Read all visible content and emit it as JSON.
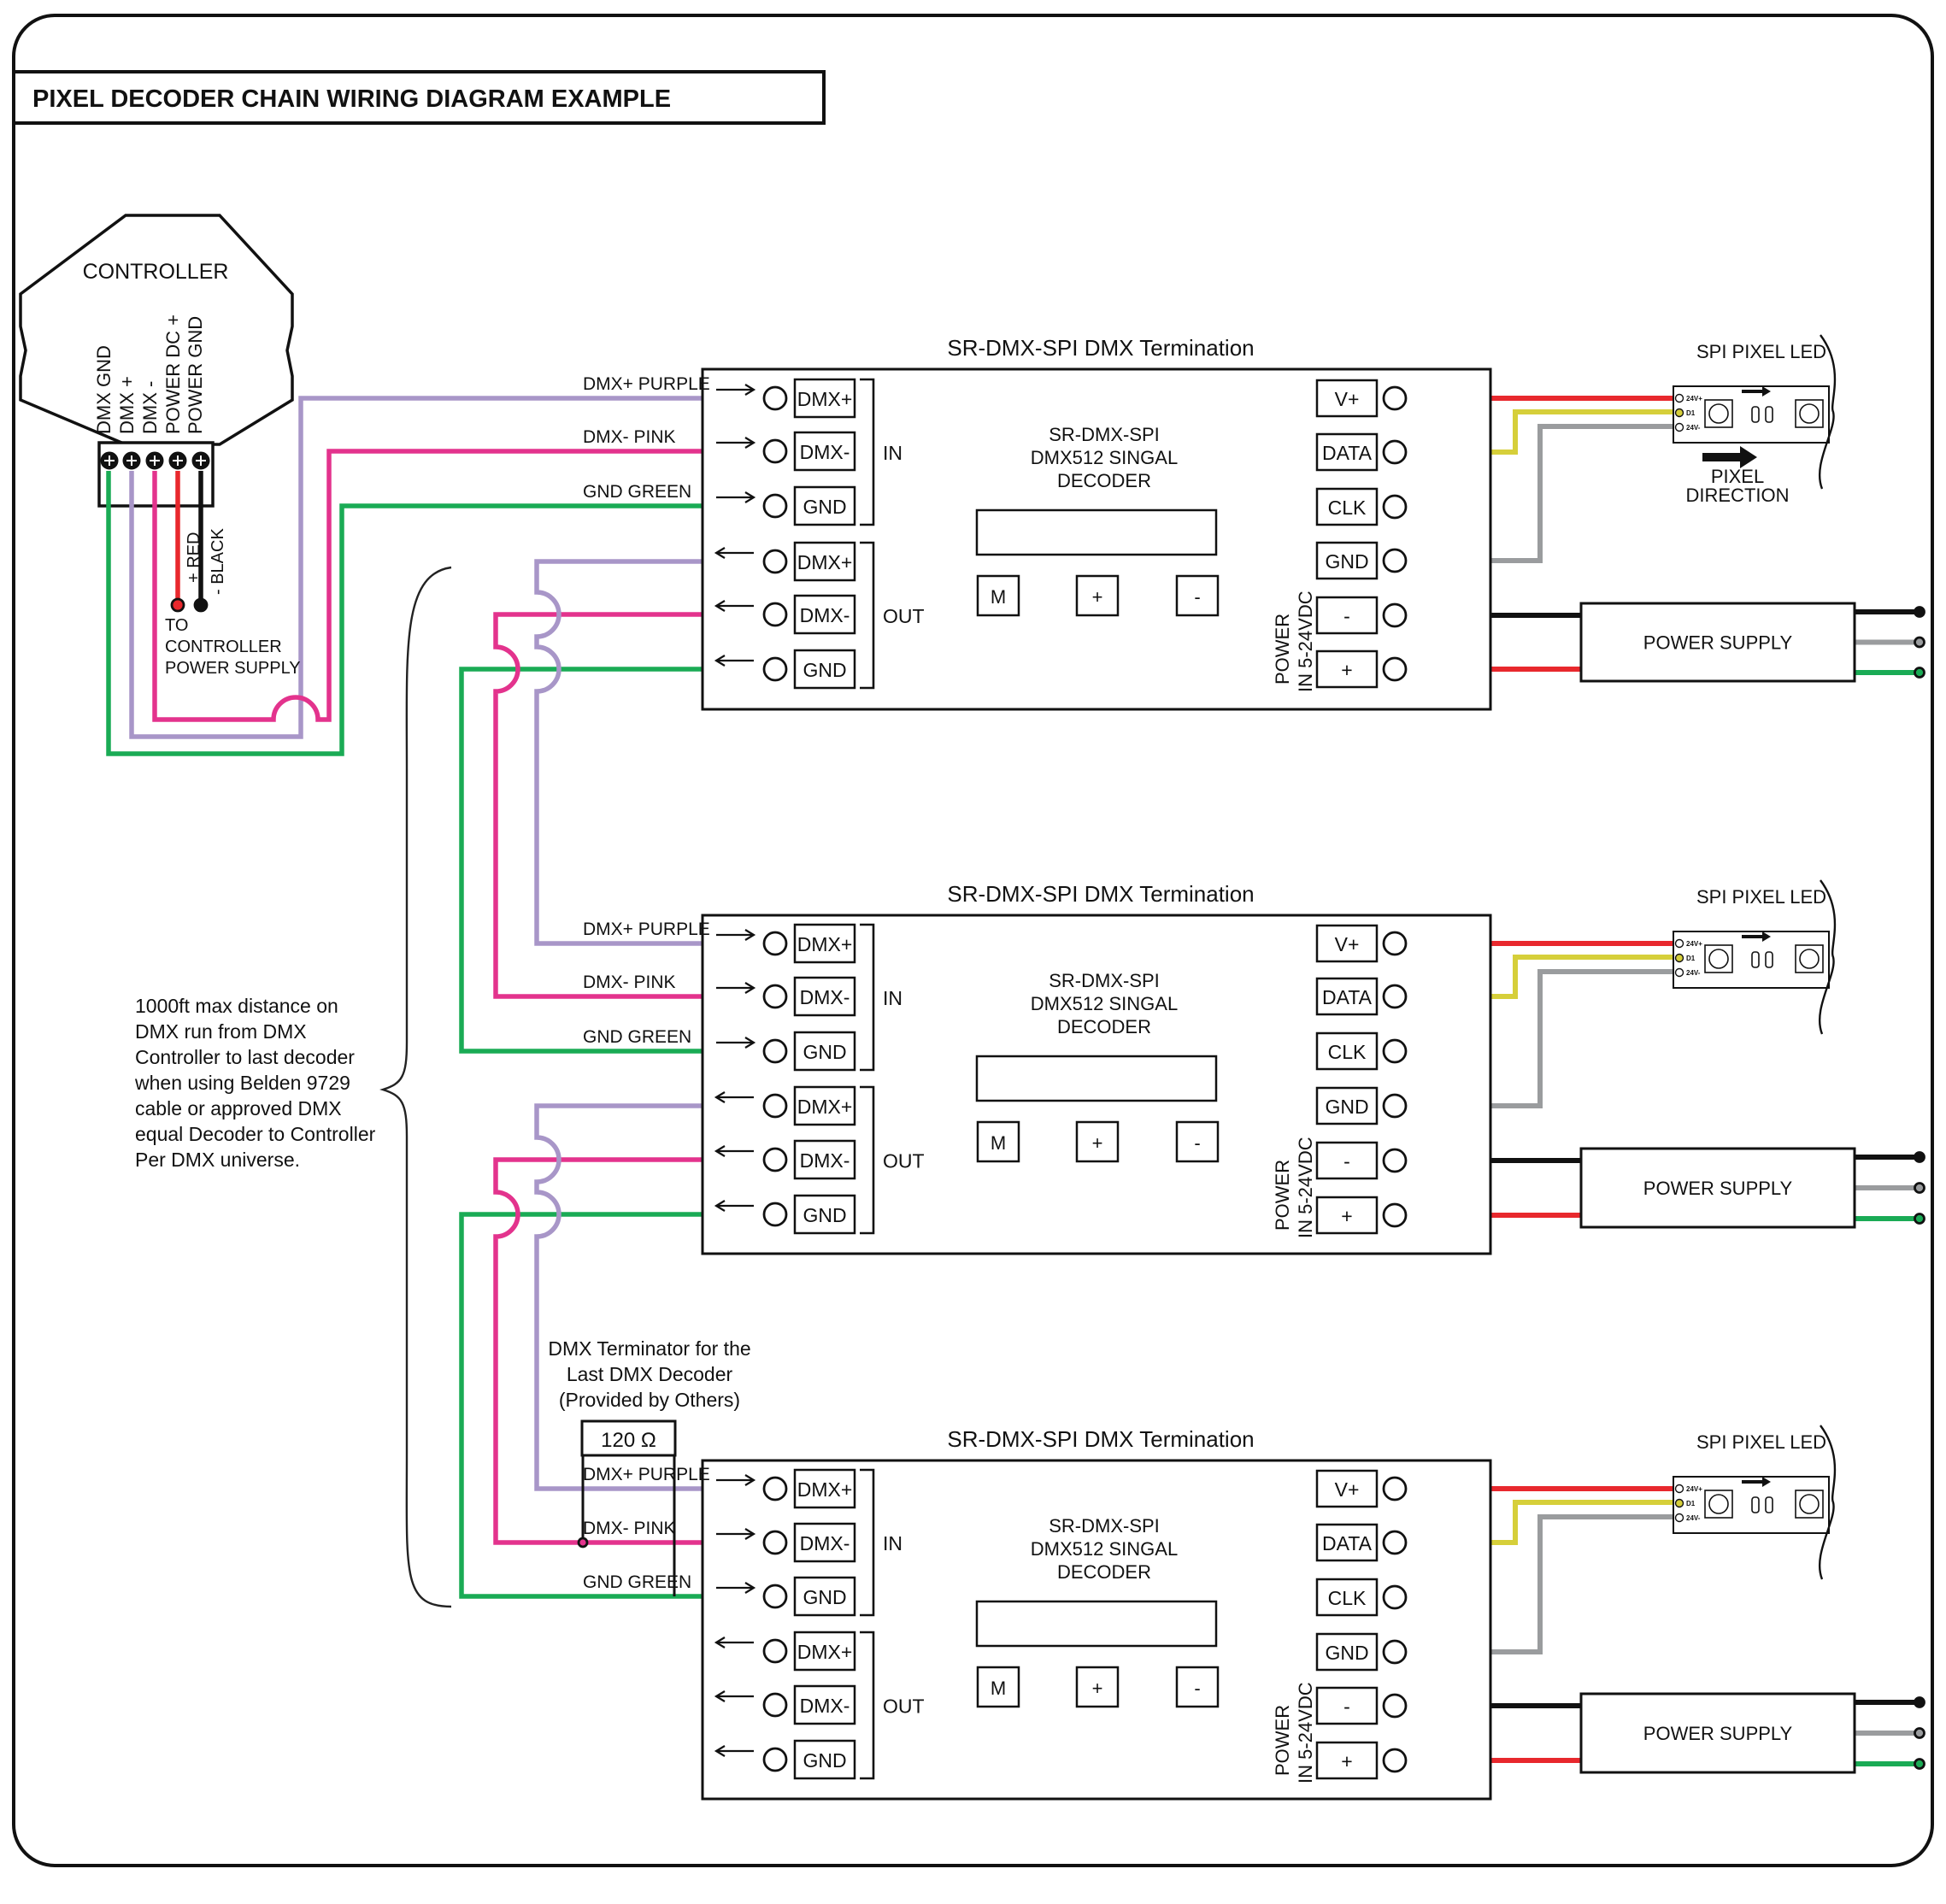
{
  "title": "PIXEL DECODER CHAIN WIRING DIAGRAM EXAMPLE",
  "colors": {
    "purple": "#a896c8",
    "pink": "#e3338d",
    "green": "#1aab55",
    "red": "#e8282d",
    "yellow": "#d6cf3a",
    "gray": "#9a9c9e",
    "black": "#111111"
  },
  "controller": {
    "label": "CONTROLLER",
    "pins": [
      "DMX GND",
      "DMX +",
      "DMX -",
      "POWER DC +",
      "POWER GND"
    ],
    "red_label": "+ RED",
    "black_label": "- BLACK",
    "power_note": [
      "TO",
      "CONTROLLER",
      "POWER SUPPLY"
    ]
  },
  "wire_labels": {
    "dmx_plus": "DMX+ PURPLE",
    "dmx_minus": "DMX- PINK",
    "gnd": "GND GREEN"
  },
  "decoder": {
    "title": "SR-DMX-SPI DMX Termination",
    "name_lines": [
      "SR-DMX-SPI",
      "DMX512 SINGAL",
      "DECODER"
    ],
    "in_label": "IN",
    "out_label": "OUT",
    "dmx_terminals": [
      "DMX+",
      "DMX-",
      "GND"
    ],
    "out_terminals": [
      "V+",
      "DATA",
      "CLK",
      "GND"
    ],
    "power_terminals": [
      "-",
      "+"
    ],
    "buttons": [
      "M",
      "+",
      "-"
    ],
    "power_label_1": "POWER",
    "power_label_2": "IN 5-24VDC"
  },
  "pixel_led": {
    "label": "SPI PIXEL LED",
    "pads": [
      "24V+",
      "D1",
      "24V-"
    ],
    "direction_label": [
      "PIXEL",
      "DIRECTION"
    ]
  },
  "power_supply": {
    "label": "POWER SUPPLY"
  },
  "distance_note": [
    "1000ft max distance on",
    "DMX run from DMX",
    "Controller to last decoder",
    "when using Belden 9729",
    "cable or approved DMX",
    "equal Decoder to Controller",
    "Per DMX universe."
  ],
  "terminator": {
    "note": [
      "DMX Terminator for the",
      "Last DMX Decoder",
      "(Provided by Others)"
    ],
    "value": "120 Ω"
  },
  "decoder_count": 3
}
